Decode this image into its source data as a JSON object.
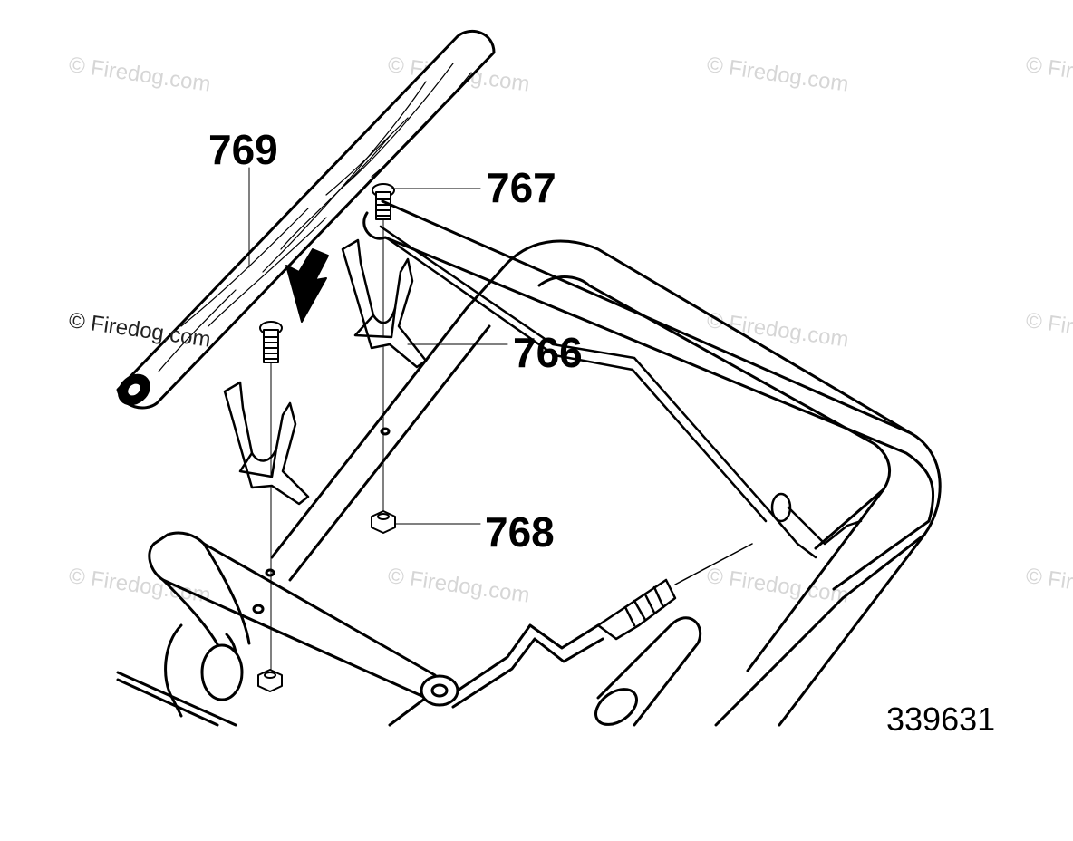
{
  "watermark": "© Firedog.com",
  "callouts": {
    "c769": "769",
    "c767": "767",
    "c766": "766",
    "c768": "768"
  },
  "part_number": "339631",
  "colors": {
    "ink": "#000000",
    "watermark": "#d6d6d6",
    "background": "#ffffff"
  }
}
